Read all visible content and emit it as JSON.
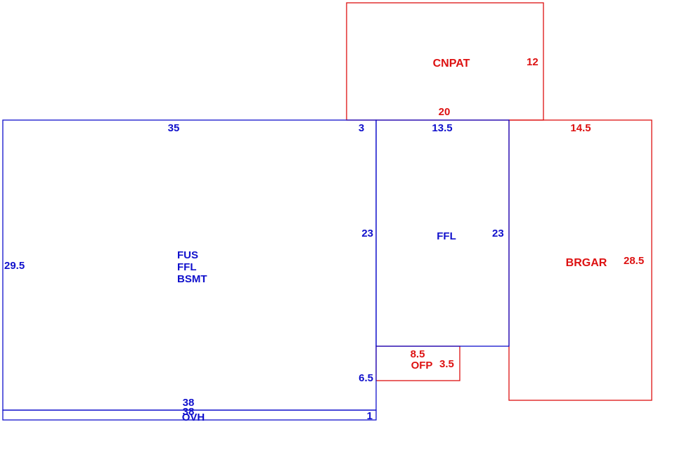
{
  "colors": {
    "living": "#1010cc",
    "accessory": "#dd1111"
  },
  "areas": {
    "main": {
      "code_lines": [
        "FUS",
        "FFL",
        "BSMT"
      ],
      "dims": {
        "top_long": "35",
        "top_short": "3",
        "left": "29.5",
        "right_upper": "23",
        "right_lower": "6.5",
        "bottom": "38"
      }
    },
    "overhang": {
      "code": "OVH",
      "dims": {
        "top": "38",
        "right": "1",
        "bottom": "38"
      }
    },
    "ffl_wing": {
      "code": "FFL",
      "dims": {
        "top": "13.5",
        "left": "23",
        "right": "23"
      }
    },
    "canopy_patio": {
      "code": "CNPAT",
      "dims": {
        "right": "12",
        "bottom": "20"
      }
    },
    "garage": {
      "code": "BRGAR",
      "dims": {
        "top": "14.5",
        "right": "28.5"
      }
    },
    "open_porch": {
      "code": "OFP",
      "dims": {
        "top": "8.5",
        "right": "3.5"
      }
    }
  }
}
